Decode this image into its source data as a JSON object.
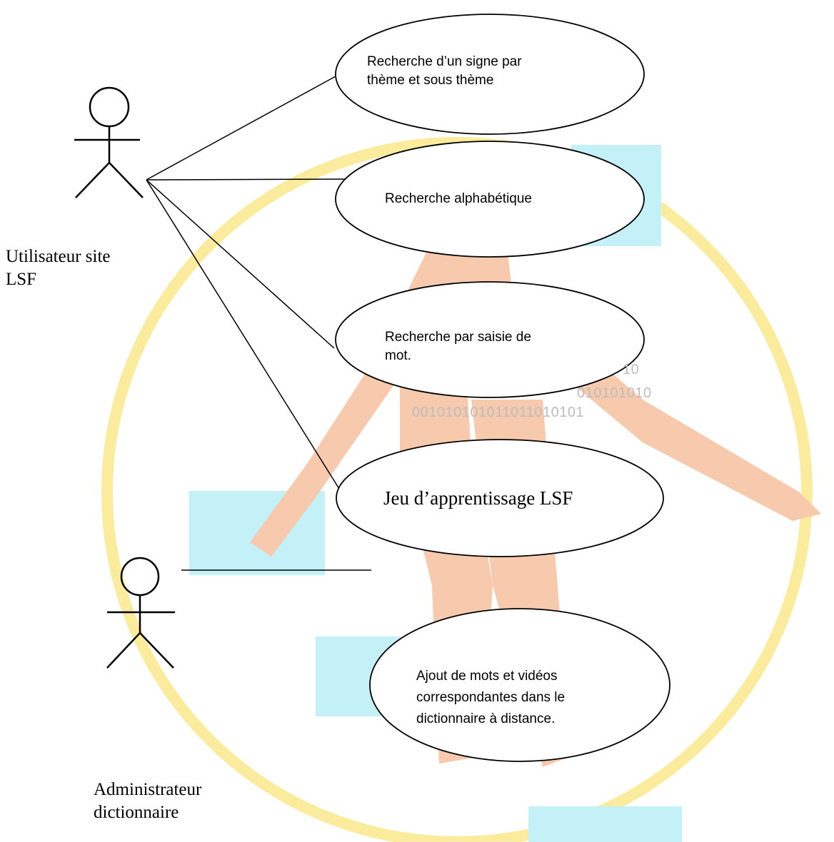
{
  "colors": {
    "line": "#000000",
    "watermark_orange": "#f6c4a8",
    "watermark_yellow": "#fbeb9c",
    "watermark_cyan": "#c4f0f8",
    "watermark_gray": "#bdbdbd"
  },
  "watermark": {
    "binary_lines": [
      "10",
      "010101010",
      "001010101011011010101"
    ]
  },
  "actors": [
    {
      "id": "user",
      "icon": "stick-figure-icon",
      "label": "Utilisateur site\nLSF"
    },
    {
      "id": "admin",
      "icon": "stick-figure-icon",
      "label": "Administrateur\ndictionnaire"
    }
  ],
  "use_cases": [
    {
      "id": "uc1",
      "label": "Recherche  d’un signe par\nthème et sous thème",
      "actor": "user"
    },
    {
      "id": "uc2",
      "label": "Recherche alphabétique",
      "actor": "user"
    },
    {
      "id": "uc3",
      "label": "Recherche par saisie de\nmot.",
      "actor": "user"
    },
    {
      "id": "uc4",
      "label": "Jeu d’apprentissage LSF",
      "actor": "user"
    },
    {
      "id": "uc5",
      "label": "Ajout de mots et vidéos\ncorrespondantes dans le\ndictionnaire  à distance.",
      "actor": "admin"
    }
  ]
}
